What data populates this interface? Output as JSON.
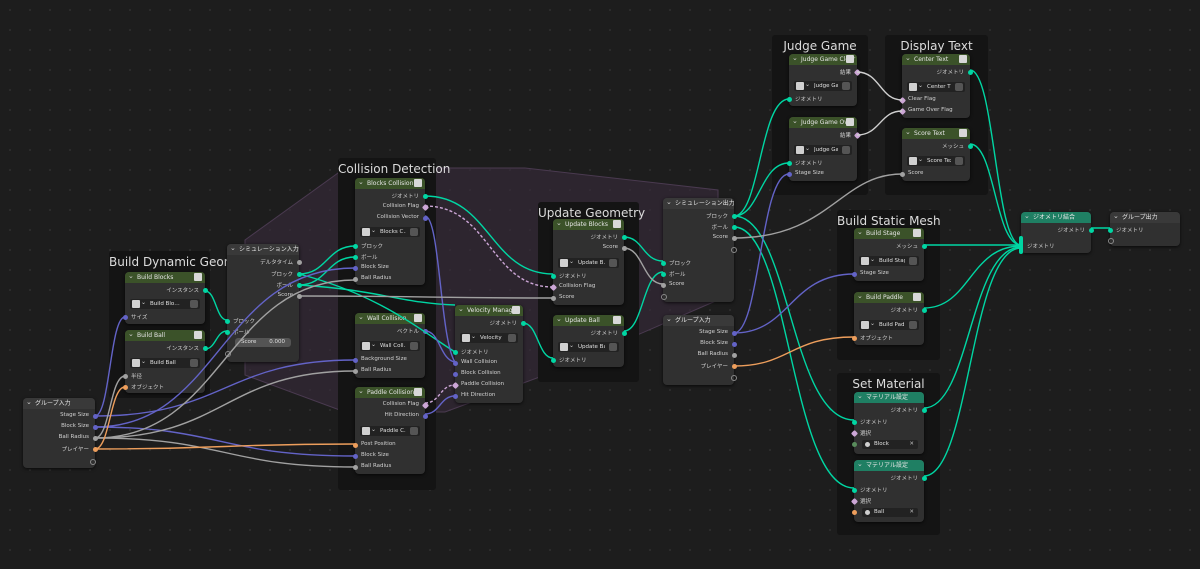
{
  "frames": {
    "build_dynamic": "Build Dynamic Geometry",
    "collision": "Collision Detection",
    "update": "Update Geometry",
    "judge": "Judge Game",
    "display": "Display Text",
    "static": "Build Static Mesh",
    "material": "Set Material"
  },
  "nodes": {
    "group_in_left": {
      "title": "グループ入力",
      "stage_size": "Stage Size",
      "block_size": "Block Size",
      "ball_radius": "Ball Radius",
      "player": "プレイヤー"
    },
    "build_blocks": {
      "title": "Build Blocks",
      "instance": "インスタンス",
      "group": "Build Blo…",
      "size": "サイズ"
    },
    "build_ball": {
      "title": "Build Ball",
      "instance": "インスタンス",
      "group": "Build Ball",
      "radius": "半径",
      "object": "オブジェクト"
    },
    "sim_in": {
      "title": "シミュレーション入力",
      "delta": "デルタタイム",
      "block": "ブロック",
      "ball": "ボール",
      "score": "Score",
      "in_block": "ブロック",
      "in_ball": "ボール",
      "score_label": "Score",
      "score_value": "0.000"
    },
    "blocks_collision": {
      "title": "Blocks Collision",
      "geo": "ジオメトリ",
      "flag": "Collision Flag",
      "vector": "Collision Vector",
      "group": "Blocks C…",
      "block": "ブロック",
      "ball": "ボール",
      "block_size": "Block Size",
      "ball_radius": "Ball Radius"
    },
    "wall_collision": {
      "title": "Wall Collision",
      "vector": "ベクトル",
      "group": "Wall Coll…",
      "bg_size": "Background Size",
      "ball_radius": "Ball Radius"
    },
    "paddle_collision": {
      "title": "Paddle Collision",
      "flag": "Collision Flag",
      "hit": "Hit Direction",
      "group": "Paddle C…",
      "post": "Post Position",
      "block_size": "Block Size",
      "ball_radius": "Ball Radius"
    },
    "velocity_manager": {
      "title": "Velocity Manager",
      "geo_out": "ジオメトリ",
      "group": "Velocity …",
      "geo": "ジオメトリ",
      "wall": "Wall Collision",
      "block": "Block Collision",
      "paddle": "Paddle Collision",
      "hit": "Hit Direction"
    },
    "update_blocks": {
      "title": "Update Blocks",
      "geo": "ジオメトリ",
      "score": "Score",
      "group": "Update B…",
      "in_geo": "ジオメトリ",
      "flag": "Collision Flag",
      "in_score": "Score"
    },
    "update_ball": {
      "title": "Update Ball",
      "geo": "ジオメトリ",
      "group": "Update Ball",
      "in_geo": "ジオメトリ"
    },
    "sim_out": {
      "title": "シミュレーション出力",
      "block": "ブロック",
      "ball": "ボール",
      "score": "Score",
      "in_block": "ブロック",
      "in_ball": "ボール",
      "in_score": "Score"
    },
    "group_in_mid": {
      "title": "グループ入力",
      "stage_size": "Stage Size",
      "block_size": "Block Size",
      "ball_radius": "Ball Radius",
      "player": "プレイヤー"
    },
    "judge_clear": {
      "title": "Judge Game Clear",
      "result": "結果",
      "group": "Judge Ga…",
      "geo": "ジオメトリ"
    },
    "judge_over": {
      "title": "Judge Game Over",
      "result": "結果",
      "group": "Judge Ga…",
      "geo": "ジオメトリ",
      "stage": "Stage Size"
    },
    "center_text": {
      "title": "Center Text",
      "geo": "ジオメトリ",
      "group": "Center T…",
      "clear": "Clear Flag",
      "over": "Game Over Flag"
    },
    "score_text": {
      "title": "Score Text",
      "mesh": "メッシュ",
      "group": "Score Text",
      "score": "Score"
    },
    "build_stage": {
      "title": "Build Stage",
      "mesh": "メッシュ",
      "group": "Build Stage",
      "stage": "Stage Size"
    },
    "build_paddle": {
      "title": "Build Paddle",
      "geo": "ジオメトリ",
      "group": "Build Pad…",
      "object": "オブジェクト"
    },
    "material1": {
      "title": "マテリアル設定",
      "geo_out": "ジオメトリ",
      "geo": "ジオメトリ",
      "select": "選択",
      "mat": "Block"
    },
    "material2": {
      "title": "マテリアル設定",
      "geo_out": "ジオメトリ",
      "geo": "ジオメトリ",
      "select": "選択",
      "mat": "Ball"
    },
    "join_geo": {
      "title": "ジオメトリ結合",
      "geo_out": "ジオメトリ",
      "geo": "ジオメトリ"
    },
    "group_out": {
      "title": "グループ出力",
      "geo": "ジオメトリ"
    }
  },
  "colors": {
    "geometry": "#00d6a3",
    "integer": "#598c5c",
    "float": "#a1a1a1",
    "boolean": "#cca6d6",
    "vector": "#6363c7",
    "object": "#ed9e5c",
    "header_group": "#3b5229",
    "header_geometry": "#1f7f63",
    "background": "#1d1d1d",
    "frame": "#141414"
  },
  "icons": {
    "group_node": "node-tree-icon",
    "shield": "fake-user-shield-icon",
    "material": "material-sphere-icon",
    "collapse": "chevron-down-icon",
    "close": "close-icon"
  }
}
